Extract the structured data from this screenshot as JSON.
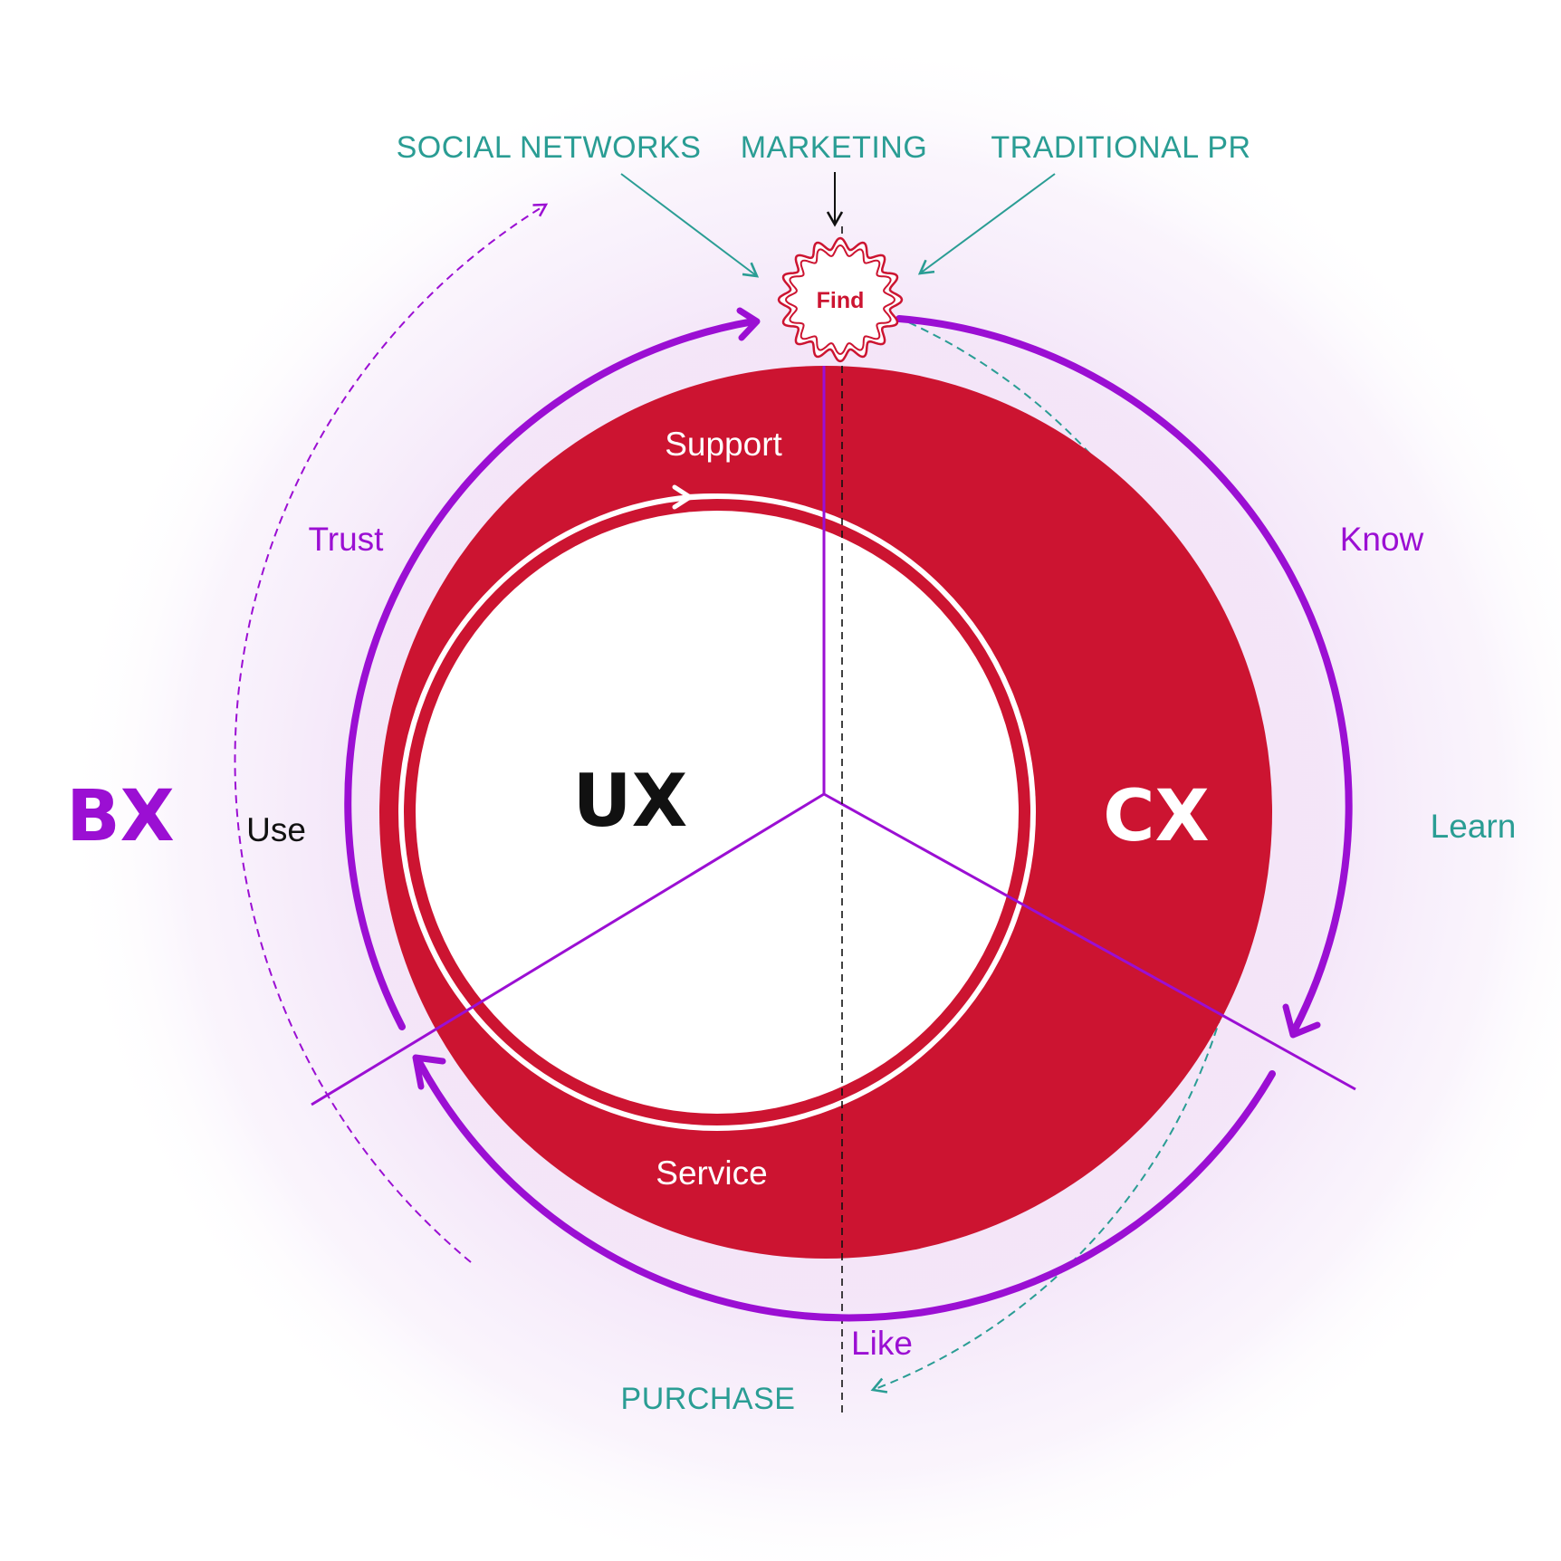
{
  "title_labels": {
    "bx": "BX",
    "ux": "UX",
    "cx": "CX"
  },
  "channels": {
    "social_networks": "SOCIAL NETWORKS",
    "marketing": "MARKETING",
    "traditional_pr": "TRADITIONAL PR",
    "purchase": "PURCHASE"
  },
  "badge": {
    "label": "Find"
  },
  "stages": {
    "trust": "Trust",
    "use": "Use",
    "know": "Know",
    "learn": "Learn",
    "like": "Like",
    "support": "Support",
    "service": "Service"
  },
  "colors": {
    "purple": "#9b0fd3",
    "red": "#cc1431",
    "teal": "#2a9d94",
    "halo": "#f3e4f8",
    "black": "#111111"
  }
}
